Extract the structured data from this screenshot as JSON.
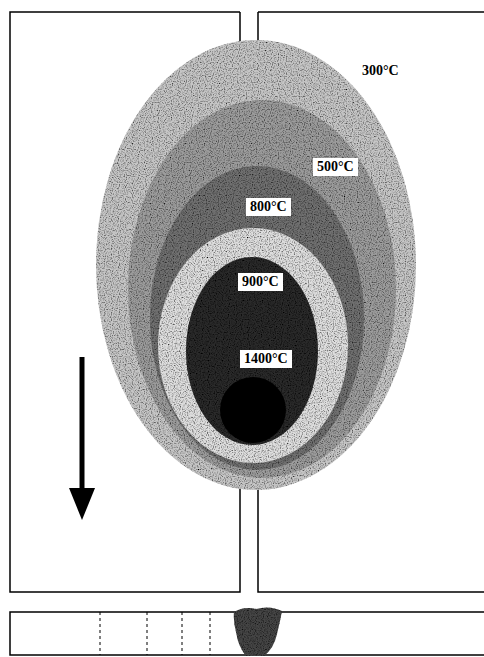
{
  "diagram": {
    "nodes": [
      {
        "text": [
          "300°C"
        ]
      },
      {
        "text": [
          "500°C"
        ],
        "in": 0
      },
      {
        "text": [
          "800°C"
        ],
        "in": 1
      },
      {
        "text": [
          "900°C"
        ],
        "in": 2
      },
      {
        "text": [
          "1400°C"
        ],
        "in": 3
      }
    ]
  }
}
